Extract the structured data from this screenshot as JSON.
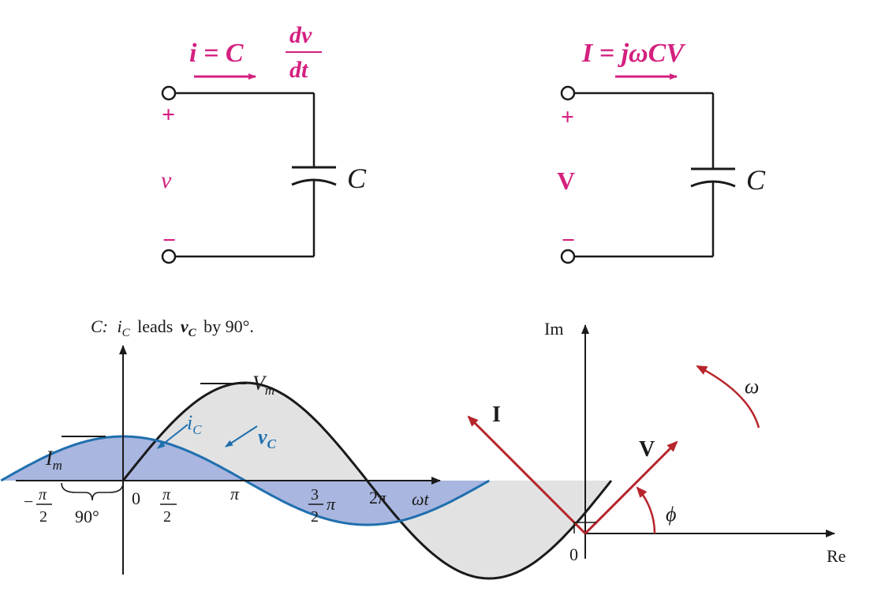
{
  "colors": {
    "magenta": "#d4207f",
    "wire": "#1a1a1a",
    "sine_current_fill": "#a9b6e0",
    "sine_current_stroke": "#1f6fae",
    "sine_voltage_fill": "#e2e2e2",
    "phasor": "#b5252b"
  },
  "time_circuit": {
    "eq_lhs": "i = C",
    "eq_num": "dv",
    "eq_den": "dt",
    "plus": "+",
    "minus": "−",
    "voltage": "v",
    "cap": "C"
  },
  "phasor_circuit": {
    "eq": "I = jωCV",
    "plus": "+",
    "minus": "−",
    "voltage": "V",
    "cap": "C"
  },
  "waveform": {
    "caption_pre": "C:",
    "caption_i": "i",
    "caption_isub": "C",
    "caption_mid": "leads",
    "caption_v": "v",
    "caption_vsub": "C",
    "caption_post": "by 90°.",
    "im_label": "I",
    "im_sub": "m",
    "vm_label": "V",
    "vm_sub": "m",
    "ic_label": "i",
    "ic_sub": "C",
    "vc_label": "v",
    "vc_sub": "C",
    "deg90": "90°",
    "x_axis": "ωt",
    "tick_neg": "−",
    "tick_pi": "π",
    "tick_two": "2",
    "tick_zero": "0",
    "tick_32": "3",
    "tick_2pi": "2π",
    "current_phase_lead_deg": 90
  },
  "phasor_diagram": {
    "im": "Im",
    "re": "Re",
    "origin": "0",
    "i_label": "I",
    "v_label": "V",
    "phi": "ϕ",
    "omega": "ω"
  }
}
